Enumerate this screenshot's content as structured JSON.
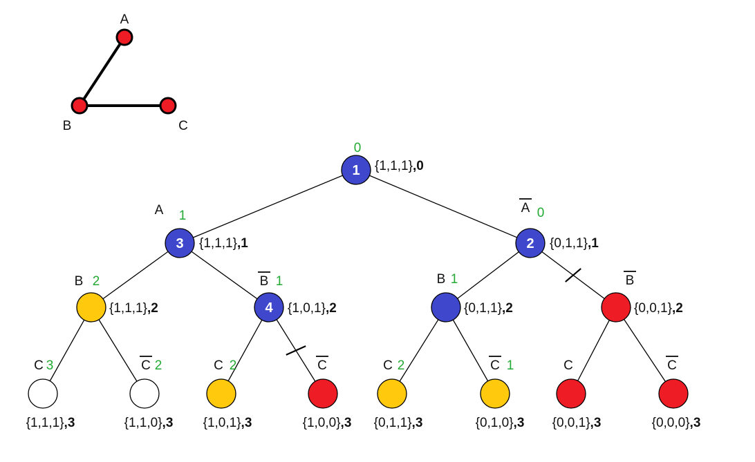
{
  "graph": {
    "vertices": [
      {
        "name": "A",
        "color": "#ee1c24"
      },
      {
        "name": "B",
        "color": "#ee1c24"
      },
      {
        "name": "C",
        "color": "#ee1c24"
      }
    ],
    "edges": [
      [
        "A",
        "B"
      ],
      [
        "B",
        "C"
      ]
    ]
  },
  "colors": {
    "blue": "#3f48cc",
    "yellow": "#ffc90e",
    "red": "#ee1c24",
    "white": "#ffffff",
    "bound_text": "#22aa33"
  },
  "tree": {
    "nodes": [
      {
        "id": "n1",
        "number": "1",
        "color": "blue",
        "branch": "",
        "overline": false,
        "bound": "0",
        "set": "{1,1,1}",
        "level": "0"
      },
      {
        "id": "n3",
        "number": "3",
        "color": "blue",
        "branch": "A",
        "overline": false,
        "bound": "1",
        "set": "{1,1,1}",
        "level": "1"
      },
      {
        "id": "n2",
        "number": "2",
        "color": "blue",
        "branch": "A",
        "overline": true,
        "bound": "0",
        "set": "{0,1,1}",
        "level": "1"
      },
      {
        "id": "nB1",
        "number": "",
        "color": "yellow",
        "branch": "B",
        "overline": false,
        "bound": "2",
        "set": "{1,1,1}",
        "level": "2"
      },
      {
        "id": "n4",
        "number": "4",
        "color": "blue",
        "branch": "B",
        "overline": true,
        "bound": "1",
        "set": "{1,0,1}",
        "level": "2"
      },
      {
        "id": "nB2",
        "number": "",
        "color": "blue",
        "branch": "B",
        "overline": false,
        "bound": "1",
        "set": "{0,1,1}",
        "level": "2"
      },
      {
        "id": "nB3",
        "number": "",
        "color": "red",
        "branch": "B",
        "overline": true,
        "bound": "",
        "set": "{0,0,1}",
        "level": "2"
      },
      {
        "id": "l1",
        "number": "",
        "color": "white",
        "branch": "C",
        "overline": false,
        "bound": "3",
        "set": "{1,1,1}",
        "level": "3"
      },
      {
        "id": "l2",
        "number": "",
        "color": "white",
        "branch": "C",
        "overline": true,
        "bound": "2",
        "set": "{1,1,0}",
        "level": "3"
      },
      {
        "id": "l3",
        "number": "",
        "color": "yellow",
        "branch": "C",
        "overline": false,
        "bound": "2",
        "set": "{1,0,1}",
        "level": "3"
      },
      {
        "id": "l4",
        "number": "",
        "color": "red",
        "branch": "C",
        "overline": true,
        "bound": "",
        "set": "{1,0,0}",
        "level": "3"
      },
      {
        "id": "l5",
        "number": "",
        "color": "yellow",
        "branch": "C",
        "overline": false,
        "bound": "2",
        "set": "{0,1,1}",
        "level": "3"
      },
      {
        "id": "l6",
        "number": "",
        "color": "yellow",
        "branch": "C",
        "overline": true,
        "bound": "1",
        "set": "{0,1,0}",
        "level": "3"
      },
      {
        "id": "l7",
        "number": "",
        "color": "red",
        "branch": "C",
        "overline": false,
        "bound": "",
        "set": "{0,0,1}",
        "level": "3"
      },
      {
        "id": "l8",
        "number": "",
        "color": "red",
        "branch": "C",
        "overline": true,
        "bound": "",
        "set": "{0,0,0}",
        "level": "3"
      }
    ],
    "edges": [
      {
        "from": "n1",
        "to": "n3",
        "pruned": false
      },
      {
        "from": "n1",
        "to": "n2",
        "pruned": false
      },
      {
        "from": "n3",
        "to": "nB1",
        "pruned": false
      },
      {
        "from": "n3",
        "to": "n4",
        "pruned": false
      },
      {
        "from": "n2",
        "to": "nB2",
        "pruned": false
      },
      {
        "from": "n2",
        "to": "nB3",
        "pruned": true
      },
      {
        "from": "nB1",
        "to": "l1",
        "pruned": false
      },
      {
        "from": "nB1",
        "to": "l2",
        "pruned": false
      },
      {
        "from": "n4",
        "to": "l3",
        "pruned": false
      },
      {
        "from": "n4",
        "to": "l4",
        "pruned": true
      },
      {
        "from": "nB2",
        "to": "l5",
        "pruned": false
      },
      {
        "from": "nB2",
        "to": "l6",
        "pruned": false
      },
      {
        "from": "nB3",
        "to": "l7",
        "pruned": false
      },
      {
        "from": "nB3",
        "to": "l8",
        "pruned": false
      }
    ]
  }
}
